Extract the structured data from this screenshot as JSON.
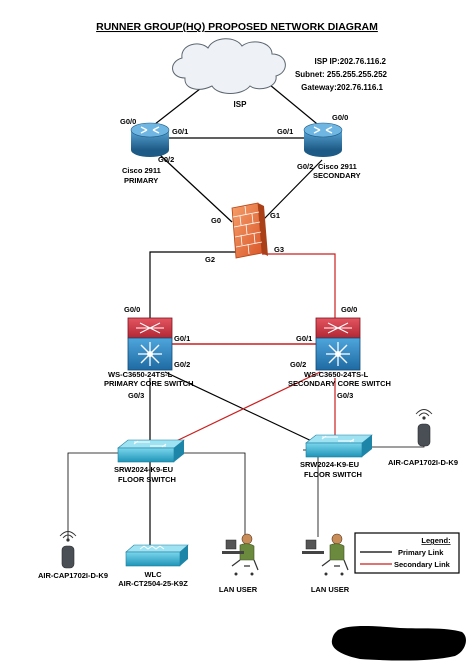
{
  "title": "RUNNER GROUP(HQ) PROPOSED NETWORK DIAGRAM",
  "isp": {
    "cloud_label": "ISP",
    "ip": "ISP IP:202.76.116.2",
    "subnet": "Subnet: 255.255.255.252",
    "gateway": "Gateway:202.76.116.1"
  },
  "routers": {
    "primary": {
      "model": "Cisco 2911",
      "role": "PRIMARY",
      "port_isp": "G0/0",
      "port_peer": "G0/1",
      "port_fw": "G0/2"
    },
    "secondary": {
      "model": "Cisco 2911",
      "role": "SECONDARY",
      "port_isp": "G0/0",
      "port_peer": "G0/1",
      "port_fw": "G0/2"
    }
  },
  "firewall": {
    "ports": {
      "g0": "G0",
      "g1": "G1",
      "g2": "G2",
      "g3": "G3"
    }
  },
  "core_switches": {
    "primary": {
      "model": "WS-C3650-24TS-L",
      "role": "PRIMARY CORE SWITCH",
      "port_up": "G0/0",
      "port_peer": "G0/1",
      "port_2": "G0/2",
      "port_3": "G0/3"
    },
    "secondary": {
      "model": "WS-C3650-24TS-L",
      "role": "SECONDARY CORE SWITCH",
      "port_up": "G0/0",
      "port_peer": "G0/1",
      "port_2": "G0/2",
      "port_3": "G0/3"
    }
  },
  "floor_switches": {
    "left": {
      "model": "SRW2024-K9-EU",
      "role": "FLOOR SWITCH"
    },
    "right": {
      "model": "SRW2024-K9-EU",
      "role": "FLOOR SWITCH"
    }
  },
  "endpoints": {
    "ap_left": "AIR-CAP1702I-D-K9",
    "ap_right": "AIR-CAP1702I-D-K9",
    "wlc_title": "WLC",
    "wlc_model": "AIR-CT2504-25-K9Z",
    "user_1": "LAN USER",
    "user_2": "LAN USER"
  },
  "legend": {
    "title": "Legend:",
    "primary": "Primary Link",
    "secondary": "Secondary Link",
    "primary_color": "#000000",
    "secondary_color": "#cc1f1f"
  },
  "colors": {
    "router_blue": "#2f7fb8",
    "router_dark": "#1d5a85",
    "core_red": "#c8333f",
    "floor_teal": "#38b7d6",
    "firewall_orange": "#e8743b",
    "cloud": "#eef1f6"
  }
}
